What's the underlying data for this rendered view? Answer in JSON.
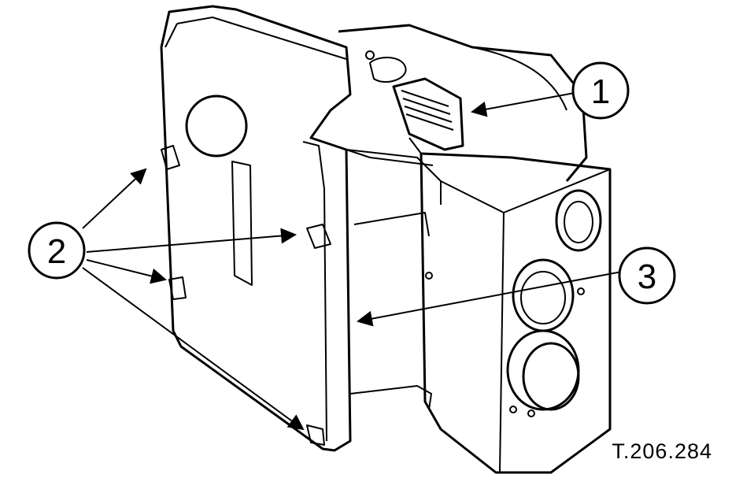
{
  "callouts": [
    {
      "id": "1",
      "label": "1"
    },
    {
      "id": "2",
      "label": "2"
    },
    {
      "id": "3",
      "label": "3"
    }
  ],
  "reference_code": "T.206.284",
  "colors": {
    "ink": "#000000",
    "paper": "#ffffff"
  }
}
